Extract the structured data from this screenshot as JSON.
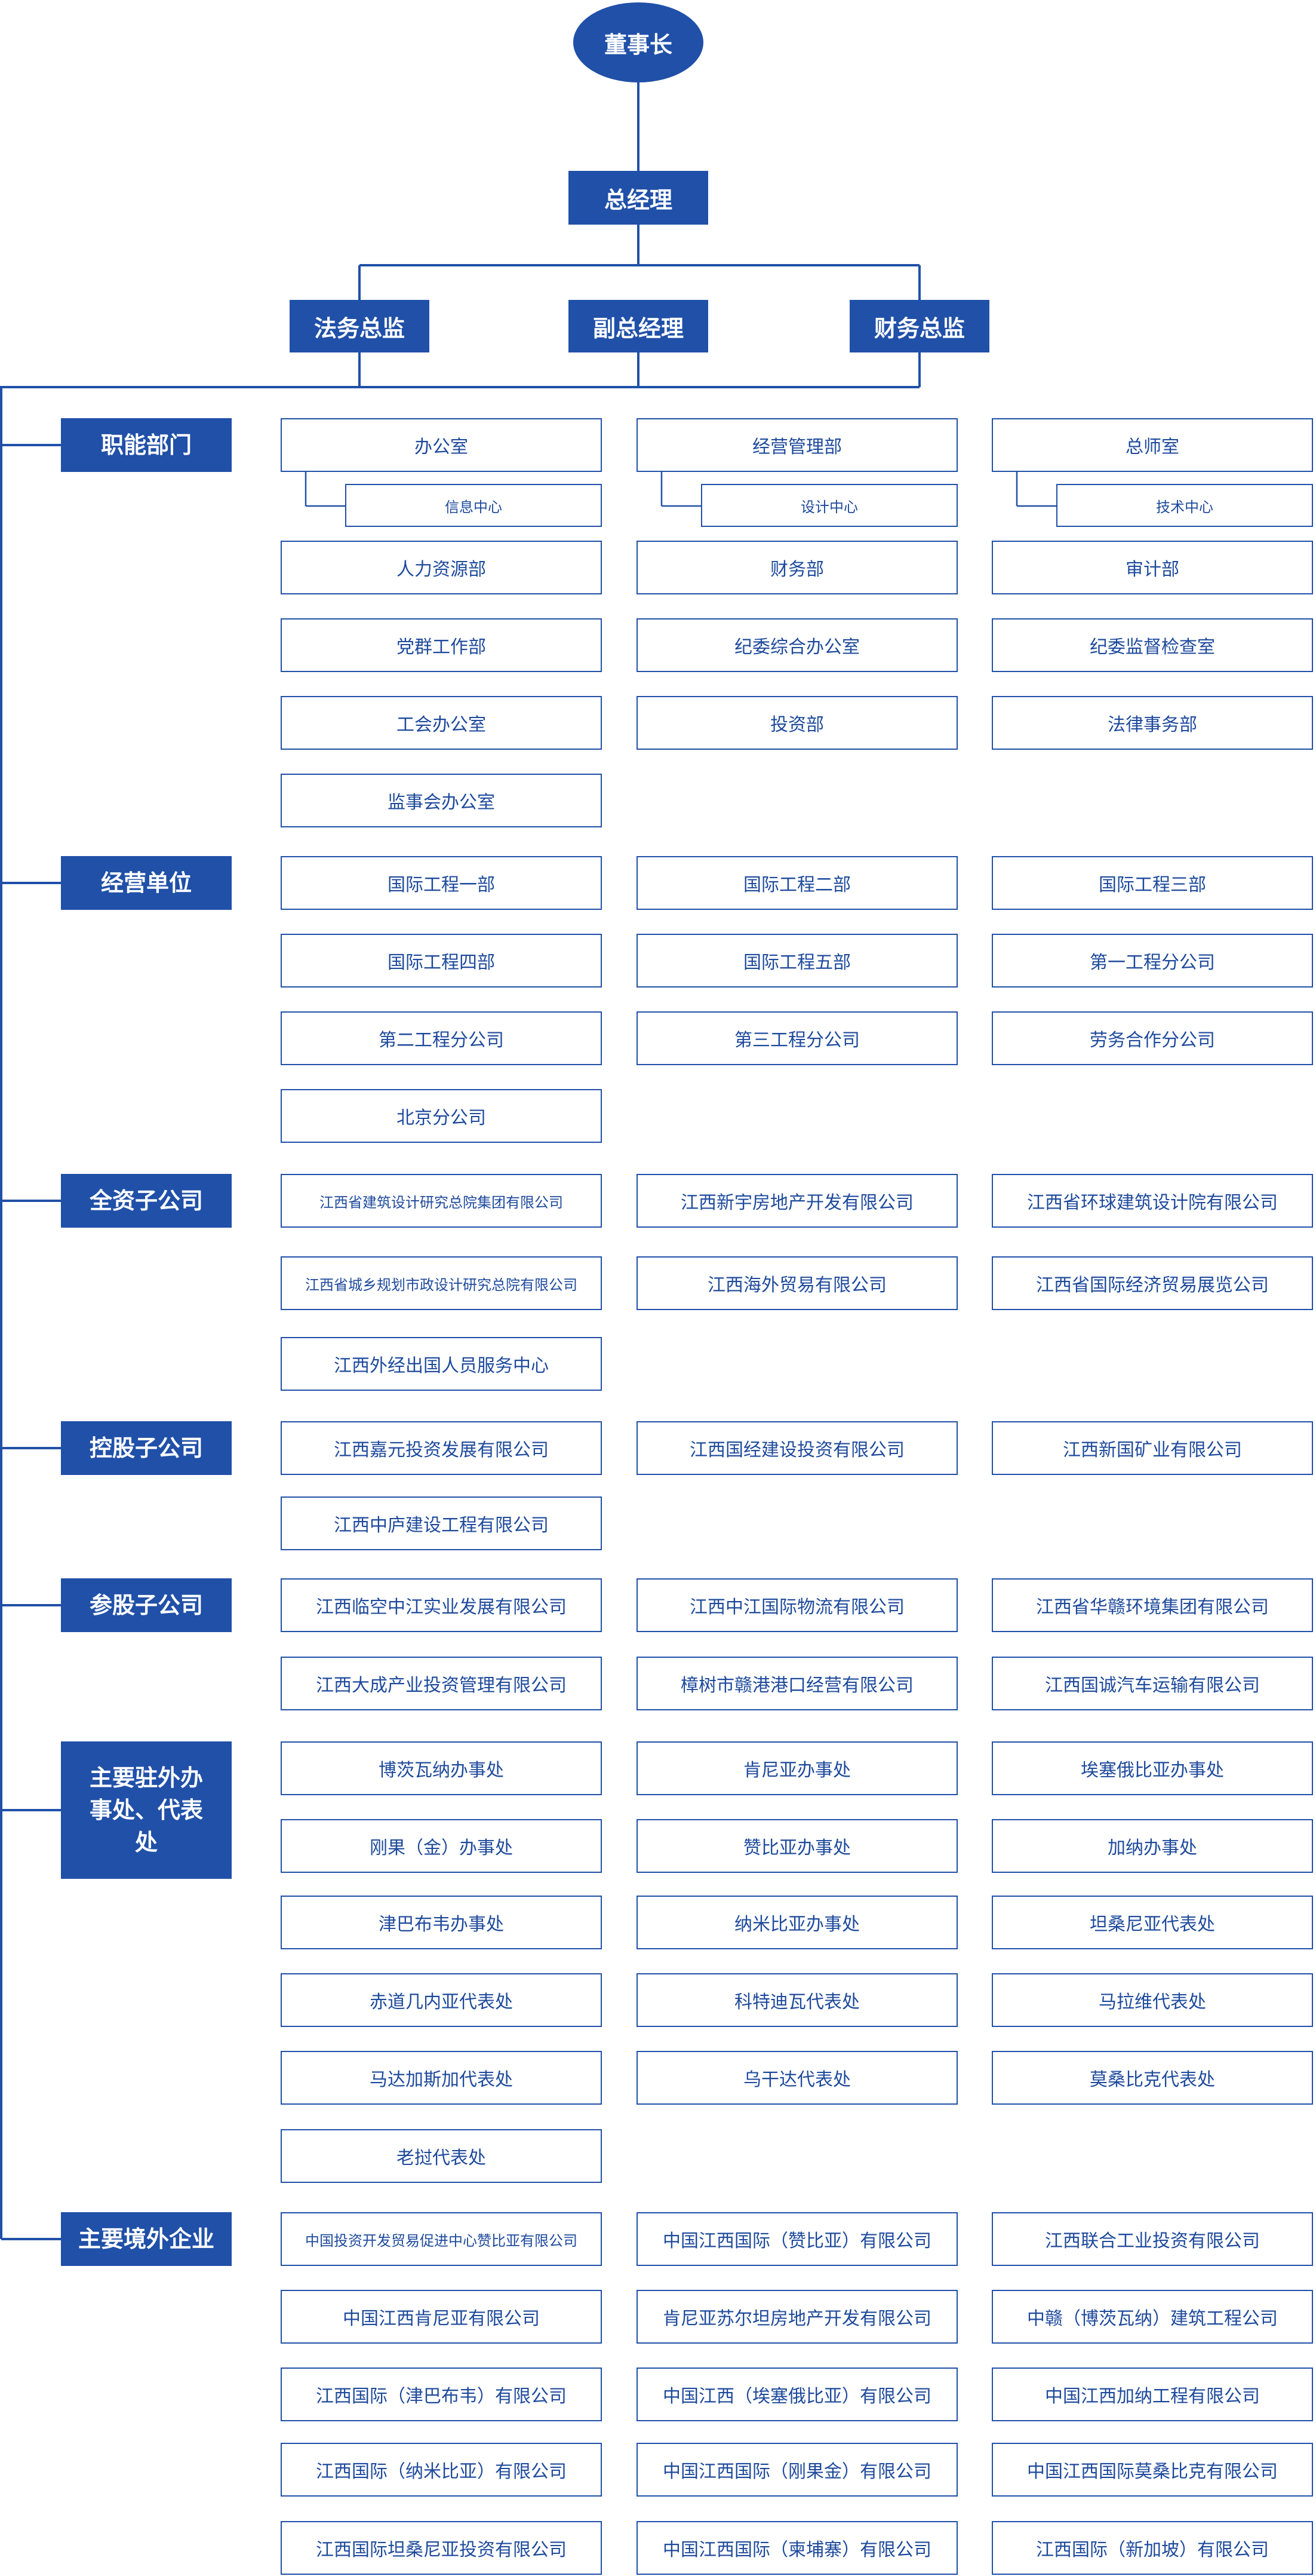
{
  "top": {
    "chairman": "董事长",
    "gm": "总经理",
    "legal": "法务总监",
    "vice": "副总经理",
    "finance": "财务总监"
  },
  "categories": [
    {
      "label": "职能部门",
      "rows": [
        [
          "办公室",
          "经营管理部",
          "总师室"
        ],
        [
          "信息中心",
          "设计中心",
          "技术中心"
        ],
        [
          "人力资源部",
          "财务部",
          "审计部"
        ],
        [
          "党群工作部",
          "纪委综合办公室",
          "纪委监督检查室"
        ],
        [
          "工会办公室",
          "投资部",
          "法律事务部"
        ],
        [
          "监事会办公室",
          "",
          ""
        ]
      ]
    },
    {
      "label": "经营单位",
      "rows": [
        [
          "国际工程一部",
          "国际工程二部",
          "国际工程三部"
        ],
        [
          "国际工程四部",
          "国际工程五部",
          "第一工程分公司"
        ],
        [
          "第二工程分公司",
          "第三工程分公司",
          "劳务合作分公司"
        ],
        [
          "北京分公司",
          "",
          ""
        ]
      ]
    },
    {
      "label": "全资子公司",
      "rows": [
        [
          "江西省建筑设计研究总院集团有限公司",
          "江西新宇房地产开发有限公司",
          "江西省环球建筑设计院有限公司"
        ],
        [
          "江西省城乡规划市政设计研究总院有限公司",
          "江西海外贸易有限公司",
          "江西省国际经济贸易展览公司"
        ],
        [
          "江西外经出国人员服务中心",
          "",
          ""
        ]
      ]
    },
    {
      "label": "控股子公司",
      "rows": [
        [
          "江西嘉元投资发展有限公司",
          "江西国经建设投资有限公司",
          "江西新国矿业有限公司"
        ],
        [
          "江西中庐建设工程有限公司",
          "",
          ""
        ]
      ]
    },
    {
      "label": "参股子公司",
      "rows": [
        [
          "江西临空中江实业发展有限公司",
          "江西中江国际物流有限公司",
          "江西省华赣环境集团有限公司"
        ],
        [
          "江西大成产业投资管理有限公司",
          "樟树市赣港港口经营有限公司",
          "江西国诚汽车运输有限公司"
        ]
      ]
    },
    {
      "label": "主要驻外办事处、代表处",
      "rows": [
        [
          "博茨瓦纳办事处",
          "肯尼亚办事处",
          "埃塞俄比亚办事处"
        ],
        [
          "刚果（金）办事处",
          "赞比亚办事处",
          "加纳办事处"
        ],
        [
          "津巴布韦办事处",
          "纳米比亚办事处",
          "坦桑尼亚代表处"
        ],
        [
          "赤道几内亚代表处",
          "科特迪瓦代表处",
          "马拉维代表处"
        ],
        [
          "马达加斯加代表处",
          "乌干达代表处",
          "莫桑比克代表处"
        ],
        [
          "老挝代表处",
          "",
          ""
        ]
      ]
    },
    {
      "label": "主要境外企业",
      "rows": [
        [
          "中国投资开发贸易促进中心赞比亚有限公司",
          "中国江西国际（赞比亚）有限公司",
          "江西联合工业投资有限公司"
        ],
        [
          "中国江西肯尼亚有限公司",
          "肯尼亚苏尔坦房地产开发有限公司",
          "中赣（博茨瓦纳）建筑工程公司"
        ],
        [
          "江西国际（津巴布韦）有限公司",
          "中国江西（埃塞俄比亚）有限公司",
          "中国江西加纳工程有限公司"
        ],
        [
          "江西国际（纳米比亚）有限公司",
          "中国江西国际（刚果金）有限公司",
          "中国江西国际莫桑比克有限公司"
        ],
        [
          "江西国际坦桑尼亚投资有限公司",
          "中国江西国际（柬埔寨）有限公司",
          "江西国际（新加坡）有限公司"
        ]
      ]
    }
  ]
}
